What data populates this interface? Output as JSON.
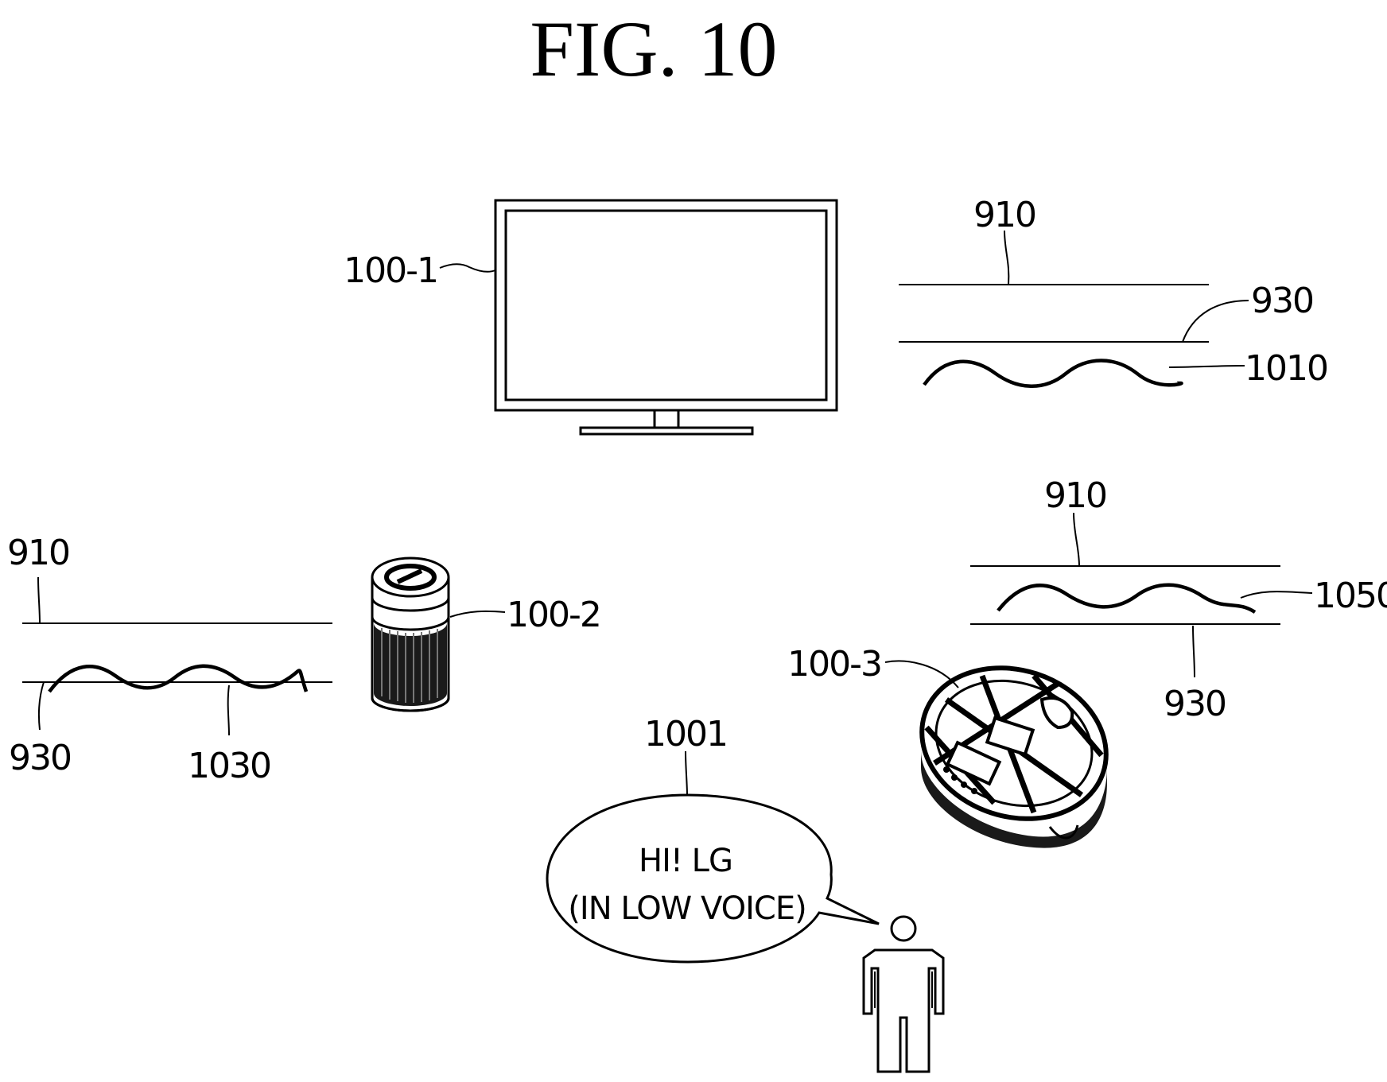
{
  "title": "FIG. 10",
  "devices": {
    "tv": {
      "label": "100-1",
      "icon": "television-icon"
    },
    "purifier": {
      "label": "100-2",
      "icon": "air-purifier-icon"
    },
    "robot": {
      "label": "100-3",
      "icon": "robot-cleaner-icon"
    }
  },
  "panels": {
    "tv": {
      "top_line": "910",
      "bottom_line": "930",
      "wave": "1010"
    },
    "purifier": {
      "top_line": "910",
      "bottom_line": "930",
      "wave": "1030"
    },
    "robot": {
      "top_line": "910",
      "bottom_line": "930",
      "wave": "1050"
    }
  },
  "user": {
    "label": "1001",
    "speech_line1": "HI! LG",
    "speech_line2": "(IN LOW VOICE)",
    "icon": "person-icon"
  }
}
